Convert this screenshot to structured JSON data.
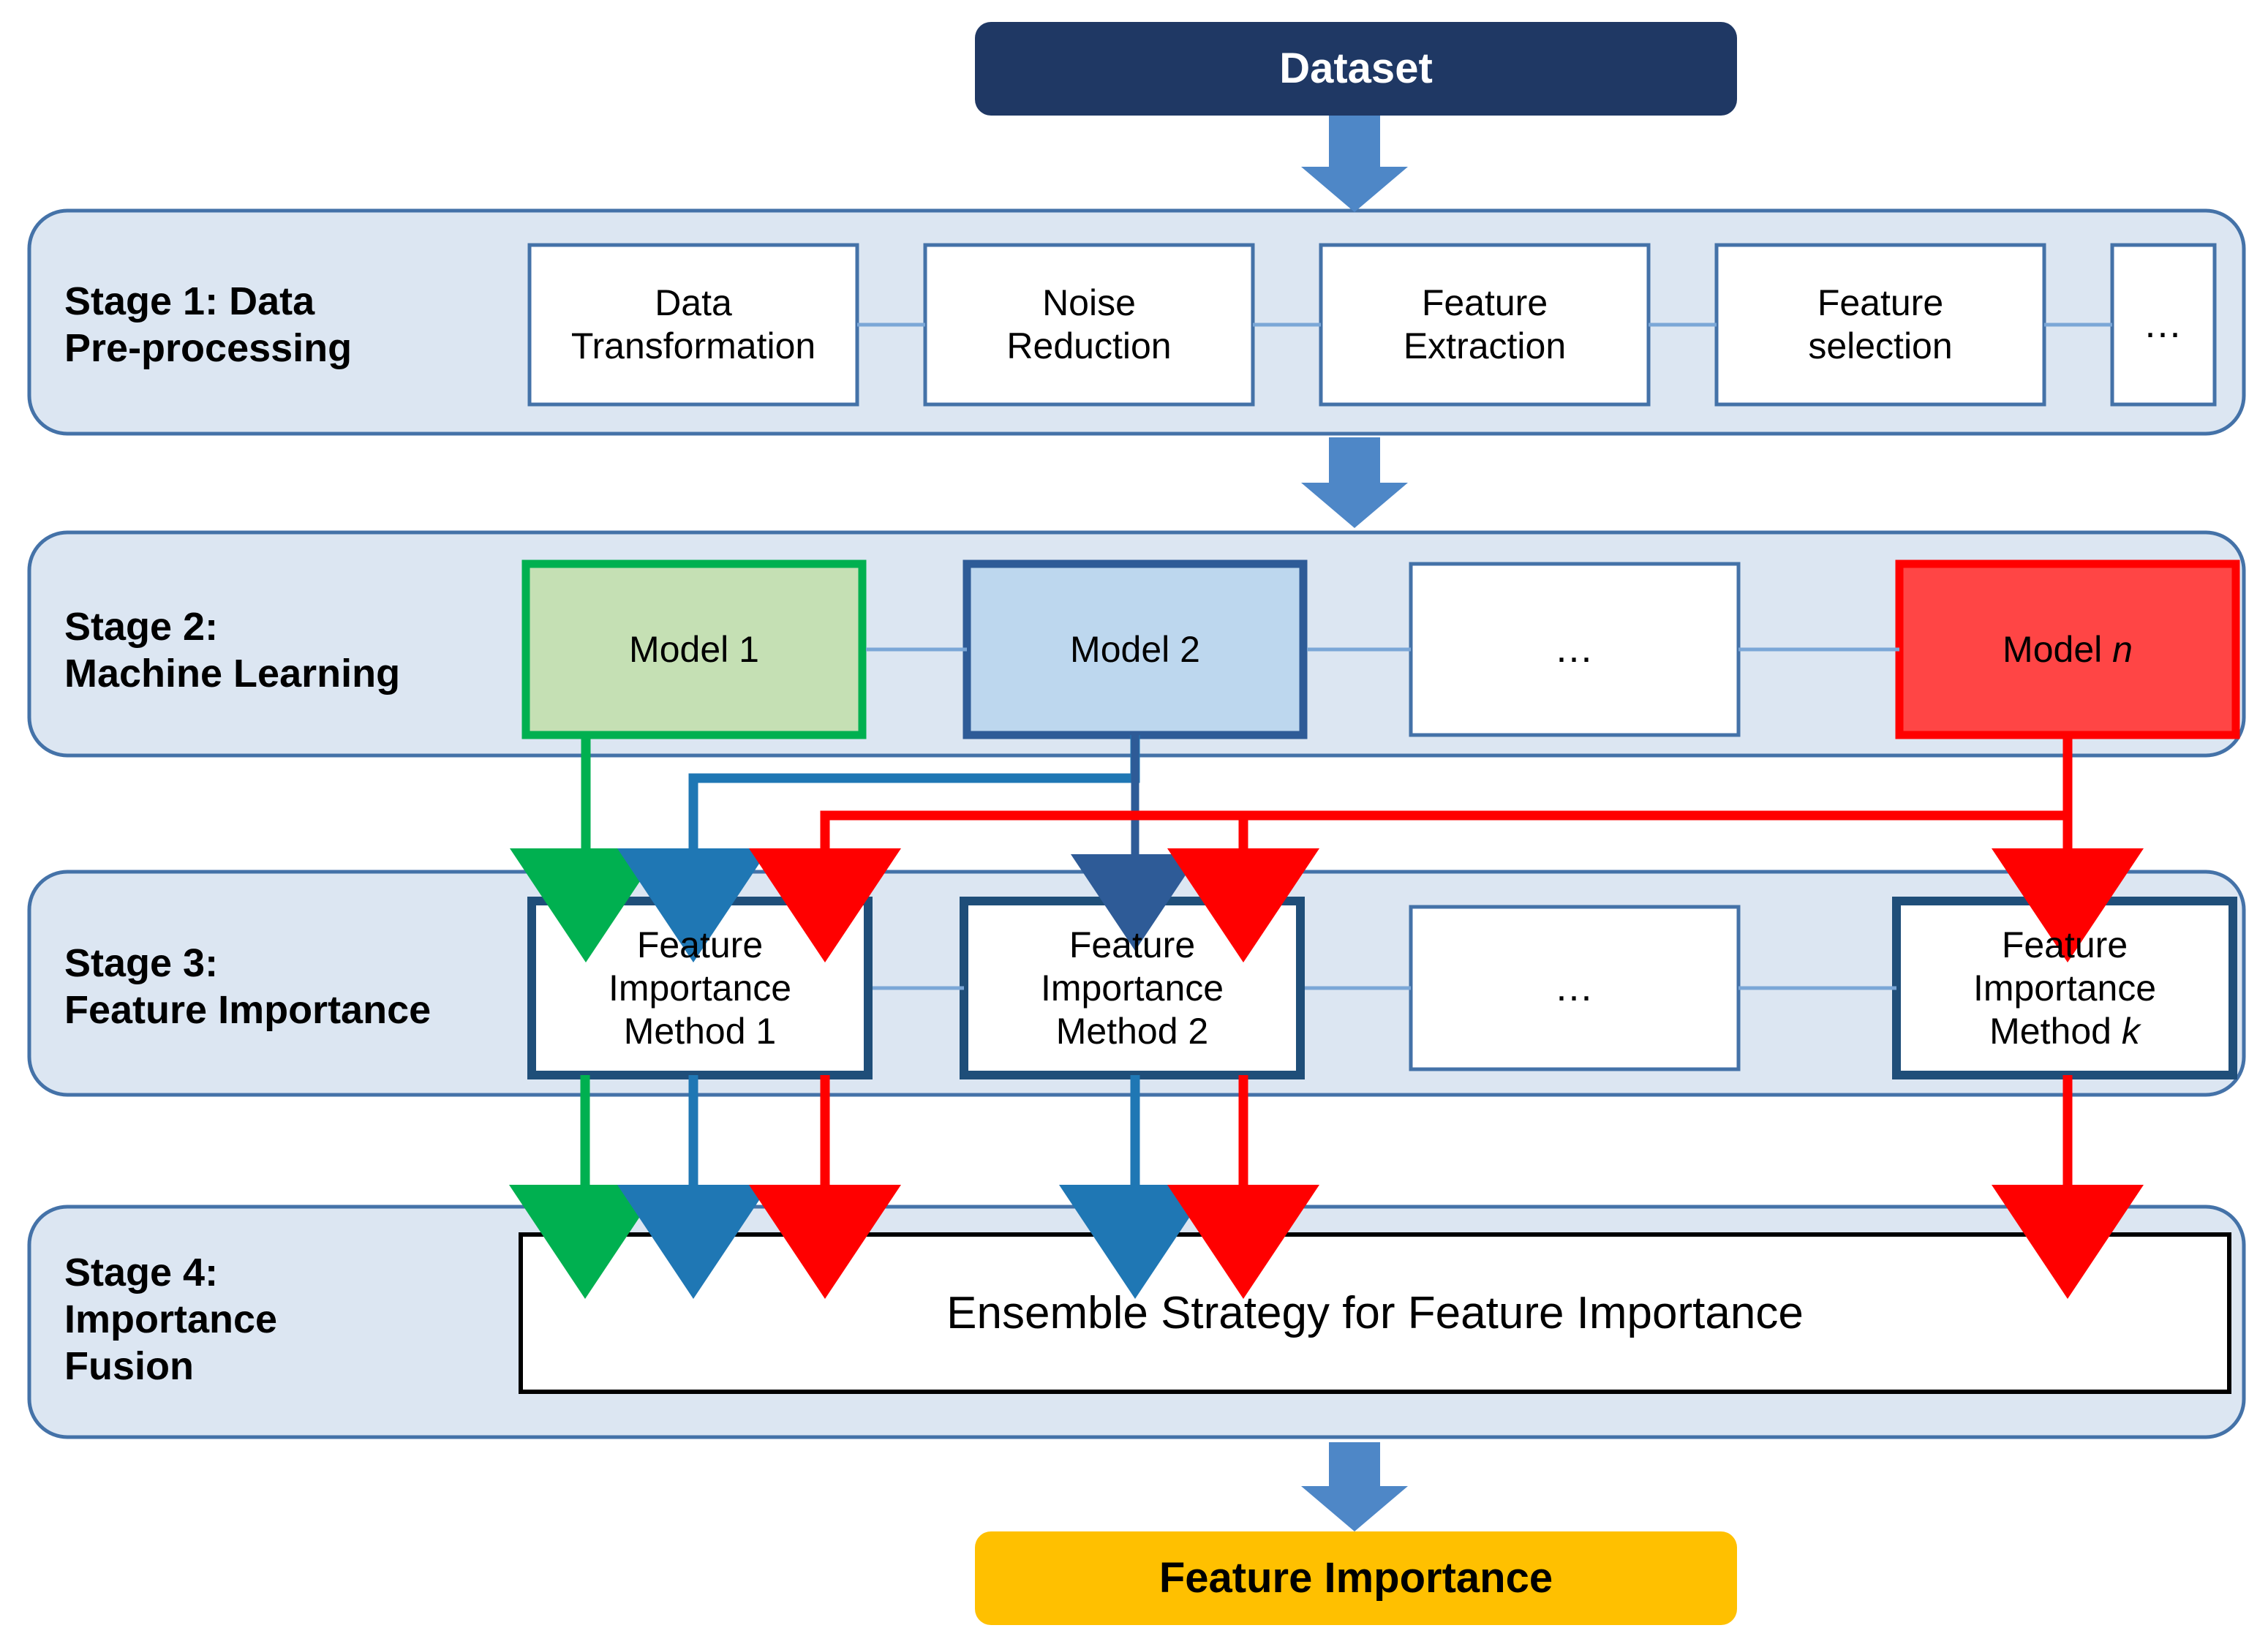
{
  "diagram": {
    "title_box": {
      "label": "Dataset",
      "fill": "#1F3864",
      "text_color": "#FFFFFF"
    },
    "output_box": {
      "label": "Feature Importance",
      "fill": "#FFC000",
      "text_color": "#000000"
    },
    "stages": [
      {
        "id": "stage1",
        "title_line1": "Stage 1: Data",
        "title_line2": "Pre-processing",
        "title_line3": "",
        "boxes": [
          {
            "line1": "Data",
            "line2": "Transformation",
            "fill": "#FFFFFF",
            "border": "#4472A8"
          },
          {
            "line1": "Noise",
            "line2": "Reduction",
            "fill": "#FFFFFF",
            "border": "#4472A8"
          },
          {
            "line1": "Feature",
            "line2": "Extraction",
            "fill": "#FFFFFF",
            "border": "#4472A8"
          },
          {
            "line1": "Feature",
            "line2": "selection",
            "fill": "#FFFFFF",
            "border": "#4472A8"
          },
          {
            "line1": "...",
            "line2": "",
            "fill": "#FFFFFF",
            "border": "#4472A8"
          }
        ]
      },
      {
        "id": "stage2",
        "title_line1": "Stage 2:",
        "title_line2": "Machine  Learning",
        "title_line3": "",
        "boxes": [
          {
            "line1": "Model 1",
            "line2": "",
            "fill": "#C5E0B4",
            "border": "#00B050"
          },
          {
            "line1": "Model 2",
            "line2": "",
            "fill": "#BDD7EE",
            "border": "#2E5B97"
          },
          {
            "line1": "...",
            "line2": "",
            "fill": "#FFFFFF",
            "border": "#4472A8"
          },
          {
            "line1": "Model n",
            "line2": "",
            "fill": "#FF4545",
            "border": "#FF0000",
            "italic_tail": "n"
          }
        ]
      },
      {
        "id": "stage3",
        "title_line1": "Stage 3:",
        "title_line2": "Feature Importance",
        "title_line3": "",
        "boxes": [
          {
            "line1": "Feature",
            "line2": "Importance",
            "line3": "Method 1",
            "fill": "#FFFFFF",
            "border": "#1F4E79"
          },
          {
            "line1": "Feature",
            "line2": "Importance",
            "line3": "Method 2",
            "fill": "#FFFFFF",
            "border": "#1F4E79"
          },
          {
            "line1": "...",
            "line2": "",
            "line3": "",
            "fill": "#FFFFFF",
            "border": "#4472A8"
          },
          {
            "line1": "Feature",
            "line2": "Importance",
            "line3": "Method k",
            "fill": "#FFFFFF",
            "border": "#1F4E79",
            "italic_tail": "k"
          }
        ]
      },
      {
        "id": "stage4",
        "title_line1": "Stage 4:",
        "title_line2": "Importance",
        "title_line3": "Fusion",
        "boxes": [
          {
            "line1": "Ensemble Strategy for Feature Importance",
            "line2": "",
            "fill": "#FFFFFF",
            "border": "#000000"
          }
        ]
      }
    ],
    "colors": {
      "stage_panel_fill": "#DCE6F2",
      "stage_panel_border": "#4472A8",
      "block_arrow": "#4E87C7",
      "flow_green": "#00B050",
      "flow_blue": "#1F77B4",
      "flow_navy": "#2E5B97",
      "flow_red": "#FF0000",
      "connector_line": "#7BA7D7"
    }
  }
}
